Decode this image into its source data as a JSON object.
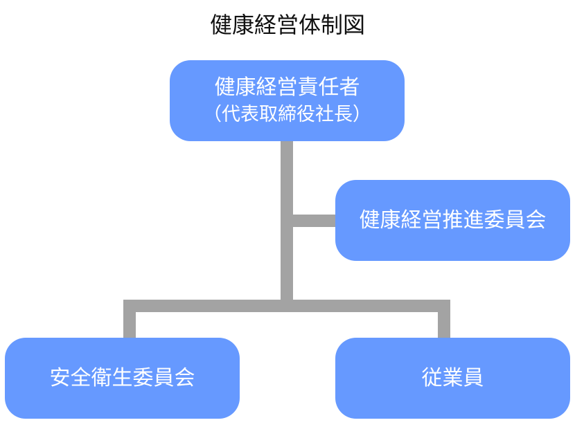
{
  "title": "健康経営体制図",
  "colors": {
    "node": "#6699ff",
    "connector": "#a3a3a3",
    "text": "#ffffff"
  },
  "nodes": {
    "top": {
      "label": "健康経営責任者",
      "sublabel": "（代表取締役社長）"
    },
    "committee": {
      "label": "健康経営推進委員会"
    },
    "safety": {
      "label": "安全衛生委員会"
    },
    "employees": {
      "label": "従業員"
    }
  }
}
